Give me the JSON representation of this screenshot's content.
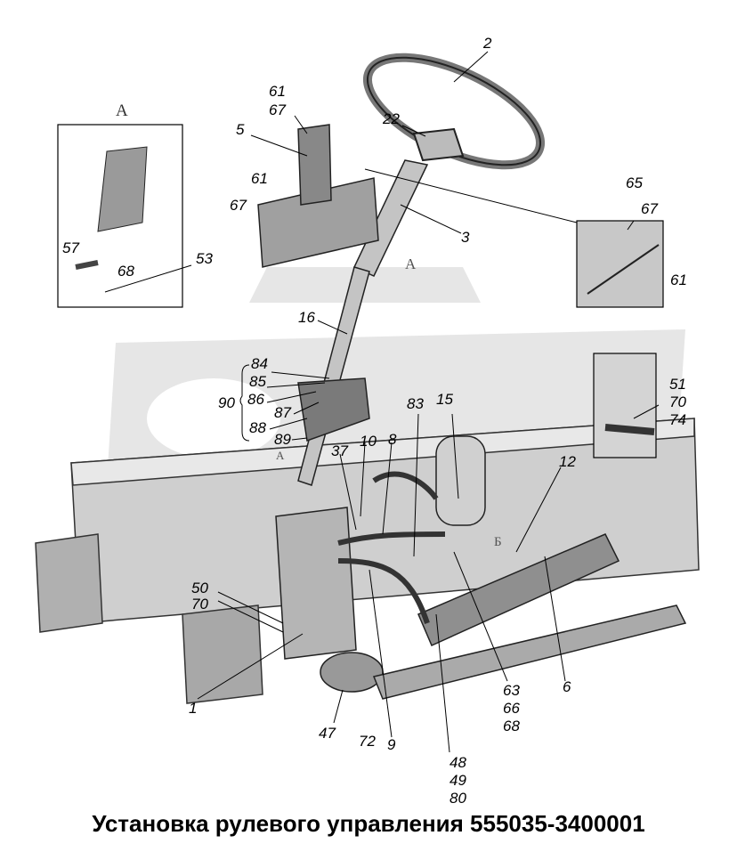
{
  "caption": "Установка рулевого управления 555035-3400001",
  "view_label_a": "А",
  "view_label_b": "Б",
  "colors": {
    "line": "#000000",
    "part_light": "#d6d6d6",
    "part_mid": "#9a9a9a",
    "part_dark": "#555555",
    "watermark": "#e2e2e2"
  },
  "labels": {
    "l2": "2",
    "l22": "22",
    "l3": "3",
    "l5": "5",
    "l61a": "61",
    "l67a": "67",
    "l61b": "61",
    "l67b": "67",
    "l16": "16",
    "l84": "84",
    "l85": "85",
    "l86": "86",
    "l87": "87",
    "l88": "88",
    "l89": "89",
    "l90": "90",
    "l37": "37",
    "l10": "10",
    "l8": "8",
    "l83": "83",
    "l15": "15",
    "l12": "12",
    "l50": "50",
    "l70": "70",
    "l1": "1",
    "l47": "47",
    "l72": "72",
    "l9": "9",
    "l48": "48",
    "l49": "49",
    "l80": "80",
    "l63": "63",
    "l66": "66",
    "l68b": "68",
    "l6": "6",
    "l57": "57",
    "l68": "68",
    "l53": "53",
    "l65": "65",
    "l67c": "67",
    "l61c": "61",
    "l51": "51",
    "l70b": "70",
    "l74": "74"
  }
}
